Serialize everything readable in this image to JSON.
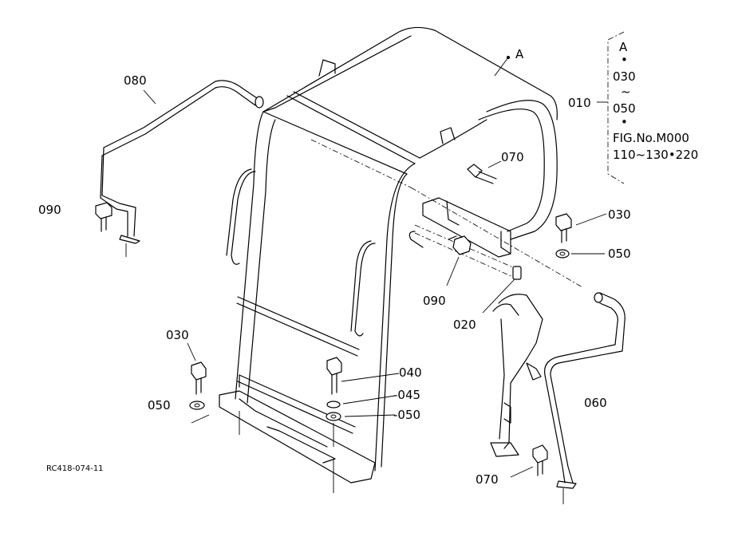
{
  "diagram": {
    "drawing_code": "RC418-074-11",
    "callout_A_label": "A",
    "inset": {
      "ref_label": "010",
      "lines": [
        "A",
        "•",
        "030",
        "~",
        "050",
        "•",
        "FIG.No.M000",
        "110~130•220"
      ]
    },
    "part_labels": {
      "p080": "080",
      "p090_left": "090",
      "p070_top": "070",
      "p030_right": "030",
      "p050_right": "050",
      "p090_mid": "090",
      "p020": "020",
      "p030_left": "030",
      "p050_left": "050",
      "p040": "040",
      "p045": "-045",
      "p050_mid": "-050",
      "p060": "060",
      "p070_bottom": "070"
    }
  }
}
